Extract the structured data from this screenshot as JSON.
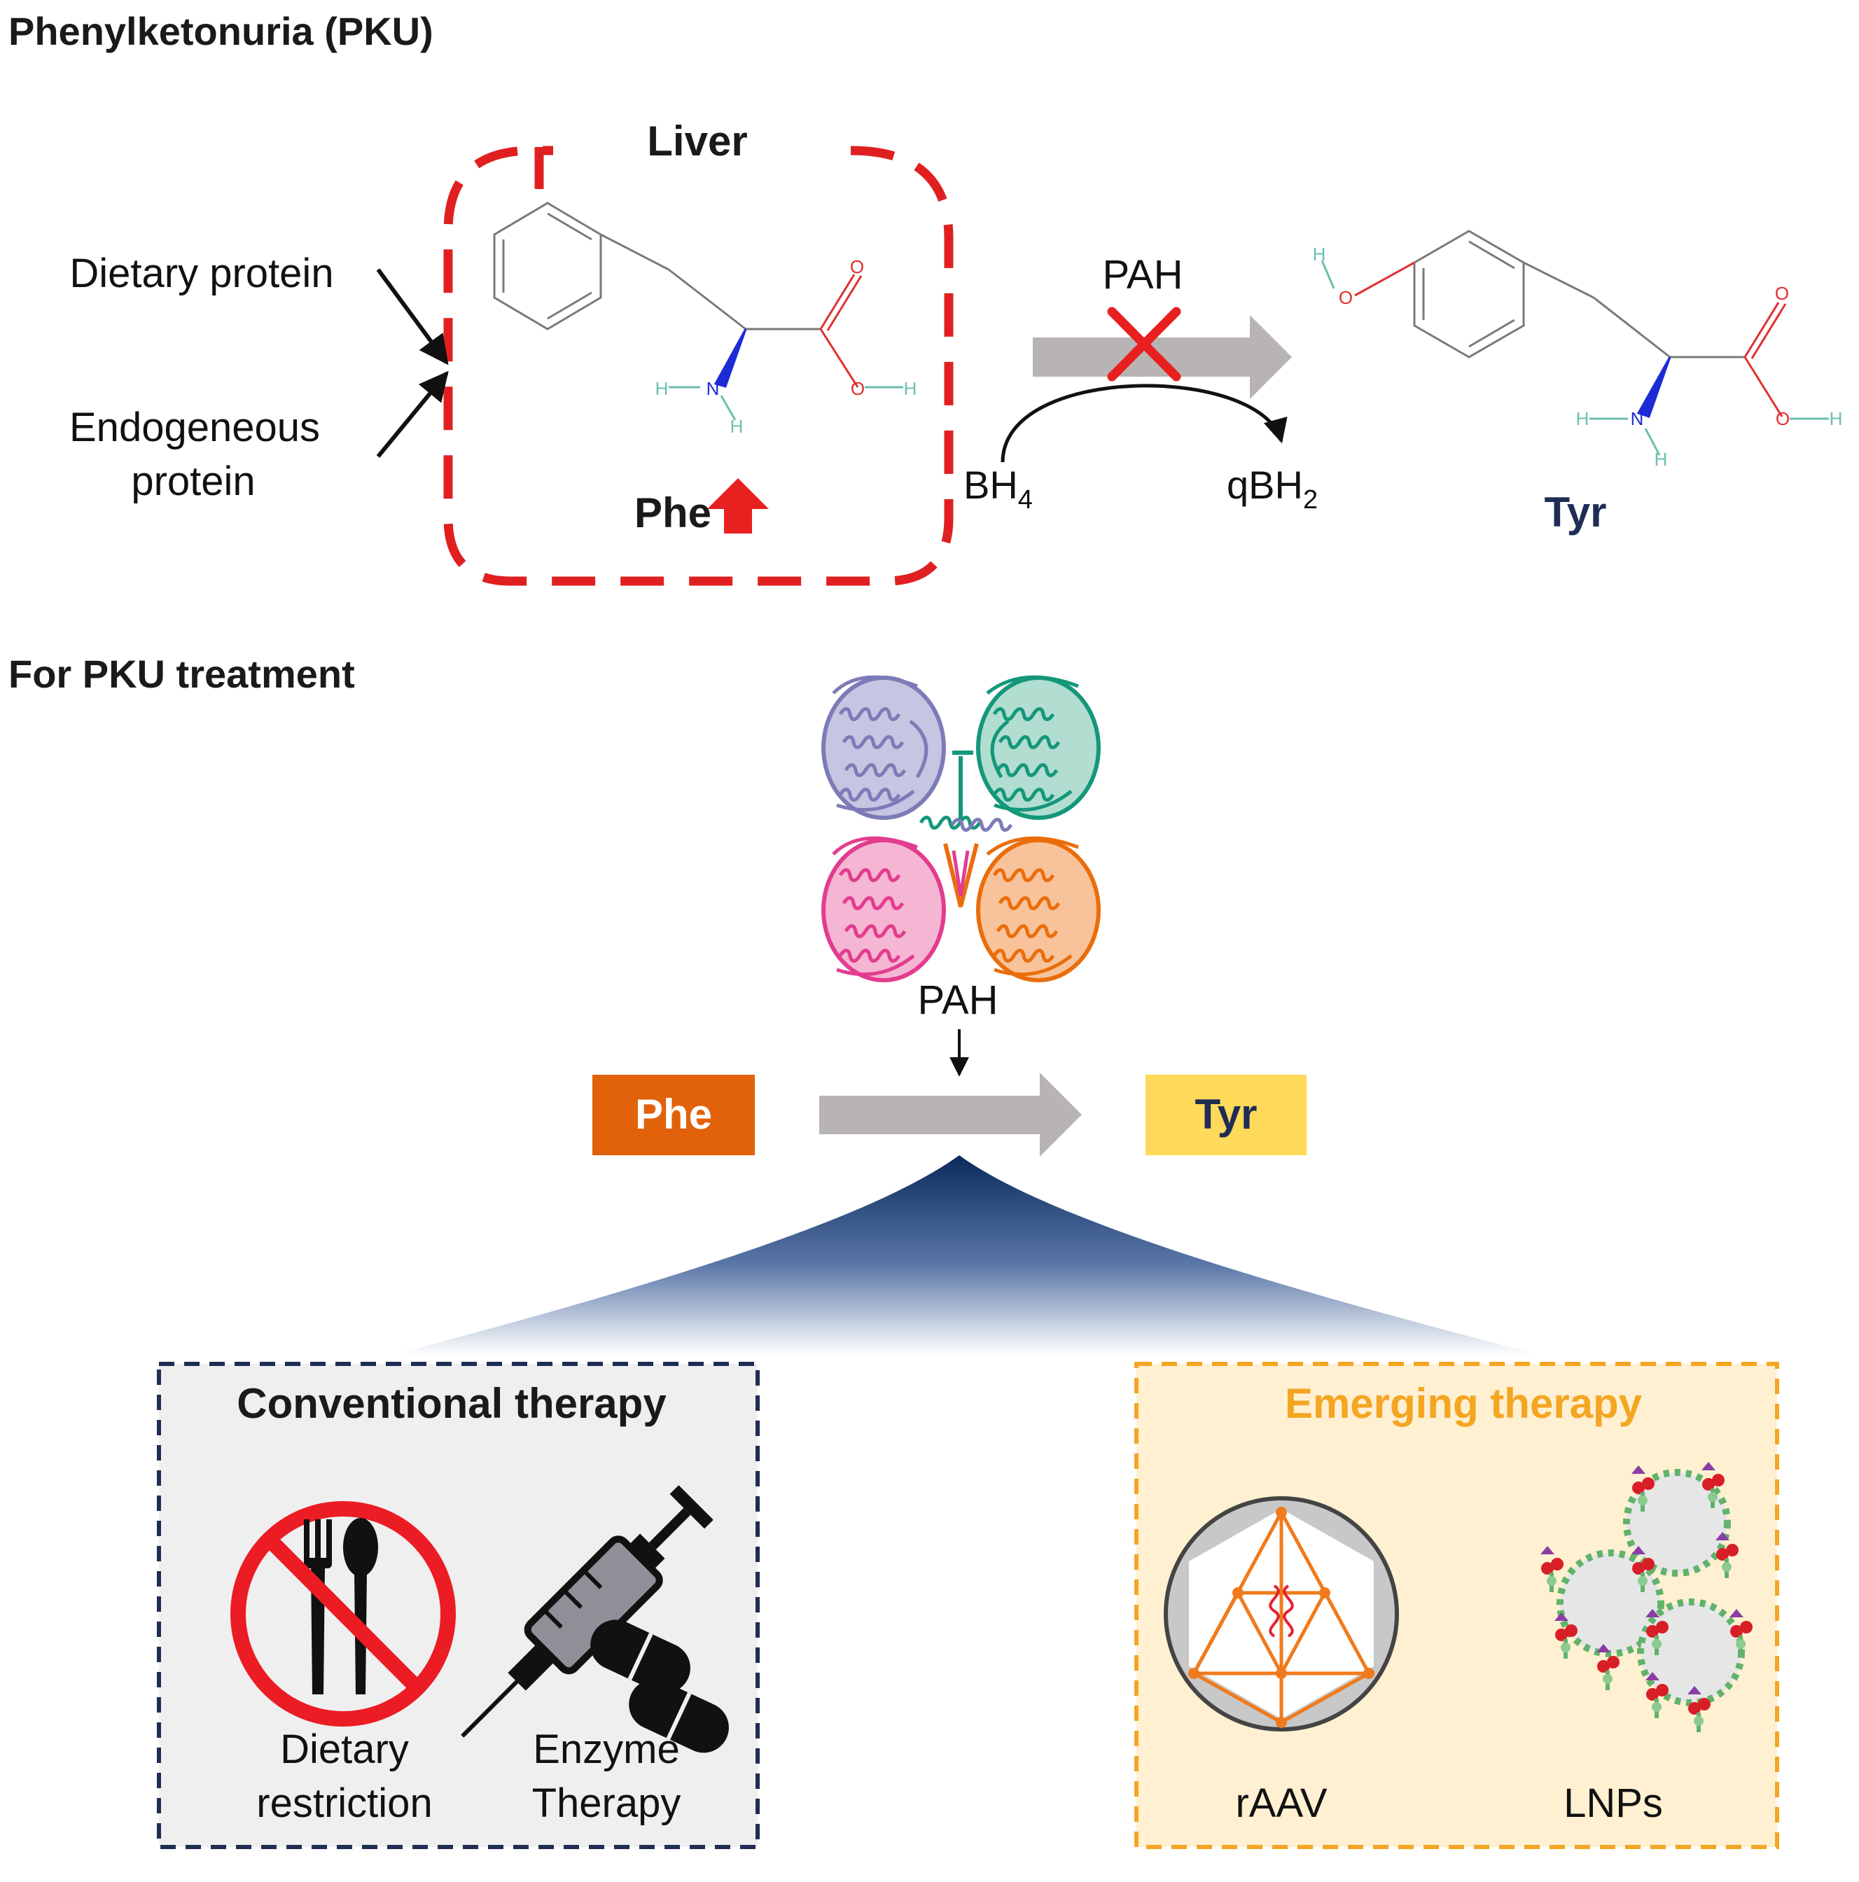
{
  "pku_section": {
    "title": "Phenylketonuria (PKU)",
    "liver_label": "Liver",
    "inputs": [
      "Dietary protein",
      "Endogeneous",
      "protein"
    ],
    "phe_label": "Phe",
    "enzyme_label": "PAH",
    "cofactor_in": "BH",
    "cofactor_in_sub": "4",
    "cofactor_out": "qBH",
    "cofactor_out_sub": "2",
    "tyr_label": "Tyr",
    "atom_labels": {
      "h": "H",
      "n": "N",
      "o": "O"
    },
    "colors": {
      "liver_border": "#e02020",
      "blocked_mark": "#e82020",
      "arrow": "#b8b4b3"
    }
  },
  "treatment_section": {
    "title": "For PKU treatment",
    "enzyme_label": "PAH",
    "phe_box": {
      "label": "Phe",
      "color": "#e1620b"
    },
    "tyr_box": {
      "label": "Tyr",
      "color": "#ffd95a"
    },
    "protein_chain_colors": [
      "#7d7bb7",
      "#14977a",
      "#e33c8f",
      "#ea6d0c"
    ],
    "conventional": {
      "title": "Conventional therapy",
      "items": [
        {
          "line1": "Dietary",
          "line2": "restriction",
          "icon": "no-food-icon"
        },
        {
          "line1": "Enzyme",
          "line2": "Therapy",
          "icon": "syringe-pills-icon"
        }
      ],
      "colors": {
        "border": "#1f2d55",
        "background": "#efefef"
      }
    },
    "emerging": {
      "title": "Emerging therapy",
      "items": [
        {
          "label": "rAAV",
          "icon": "aav-capsid-icon"
        },
        {
          "label": "LNPs",
          "icon": "lipid-nanoparticle-icon"
        }
      ],
      "colors": {
        "border": "#f4a522",
        "background": "#fef0d0",
        "title": "#f4a522"
      }
    }
  }
}
